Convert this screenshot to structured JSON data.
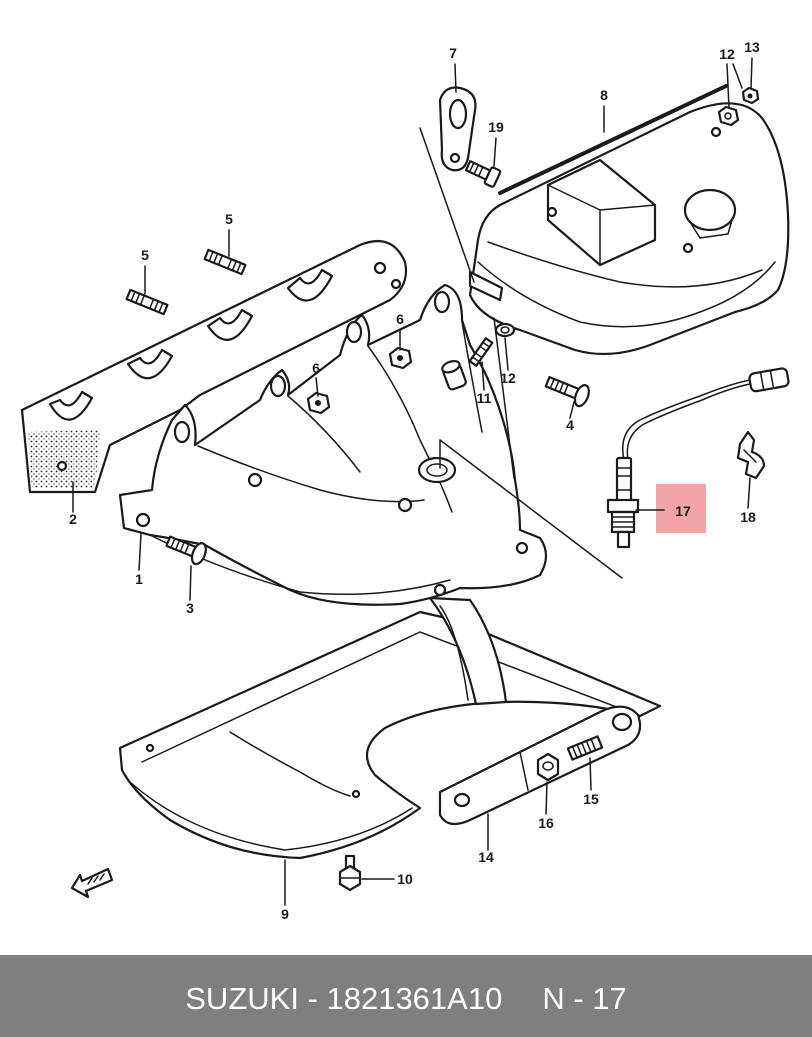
{
  "callouts": [
    {
      "label": "7"
    },
    {
      "label": "12"
    },
    {
      "label": "13"
    },
    {
      "label": "8"
    },
    {
      "label": "19"
    },
    {
      "label": "5"
    },
    {
      "label": "5"
    },
    {
      "label": "6"
    },
    {
      "label": "6"
    },
    {
      "label": "12"
    },
    {
      "label": "11"
    },
    {
      "label": "4"
    },
    {
      "label": "17",
      "highlighted": true
    },
    {
      "label": "18"
    },
    {
      "label": "2"
    },
    {
      "label": "1"
    },
    {
      "label": "3"
    },
    {
      "label": "15"
    },
    {
      "label": "16"
    },
    {
      "label": "14"
    },
    {
      "label": "10"
    },
    {
      "label": "9"
    }
  ],
  "footer": {
    "part_ref": "SUZUKI - 1821361A10",
    "page_ref": "N - 17"
  },
  "icons": {
    "direction": "forward-arrow-icon"
  },
  "colors": {
    "background": "#ffffff",
    "line_art": "#1a1a1a",
    "highlight": "#f3a5a5",
    "footer_background": "#7f7f7f",
    "footer_text": "#ffffff"
  }
}
